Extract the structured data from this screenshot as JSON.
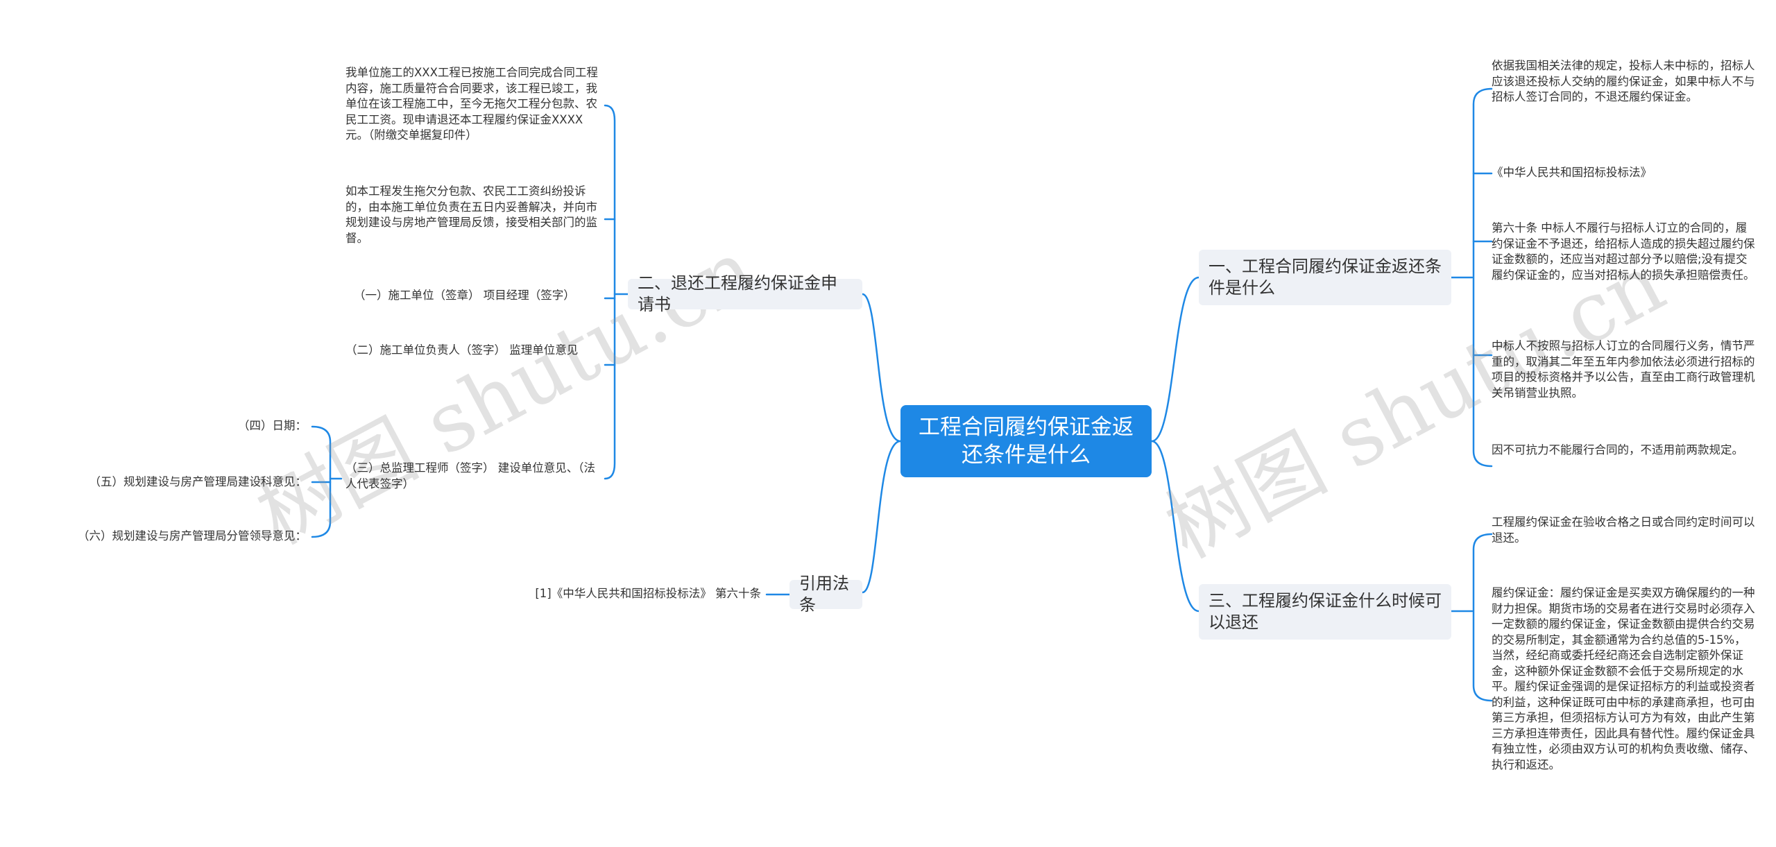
{
  "root": {
    "title": "工程合同履约保证金返还条件是什么"
  },
  "branches": {
    "b1": "一、工程合同履约保证金返还条件是什么",
    "b2": "二、退还工程履约保证金申请书",
    "b3": "三、工程履约保证金什么时候可以退还",
    "b4": "引用法条"
  },
  "leaves": {
    "r1": "依据我国相关法律的规定，投标人未中标的，招标人应该退还投标人交纳的履约保证金，如果中标人不与招标人签订合同的，不退还履约保证金。",
    "r2": "《中华人民共和国招标投标法》",
    "r3": "第六十条 中标人不履行与招标人订立的合同的，履约保证金不予退还，给招标人造成的损失超过履约保证金数额的，还应当对超过部分予以赔偿;没有提交履约保证金的，应当对招标人的损失承担赔偿责任。",
    "r4": "中标人不按照与招标人订立的合同履行义务，情节严重的，取消其二年至五年内参加依法必须进行招标的项目的投标资格并予以公告，直至由工商行政管理机关吊销营业执照。",
    "r5": "因不可抗力不能履行合同的，不适用前两款规定。",
    "r6": "工程履约保证金在验收合格之日或合同约定时间可以退还。",
    "r7": "履约保证金：履约保证金是买卖双方确保履约的一种财力担保。期货市场的交易者在进行交易时必须存入一定数额的履约保证金，保证金数额由提供合约交易的交易所制定，其金额通常为合约总值的5-15%，当然，经纪商或委托经纪商还会自选制定额外保证金，这种额外保证金数额不会低于交易所规定的水平。履约保证金强调的是保证招标方的利益或投资者的利益，这种保证既可由中标的承建商承担，也可由第三方承担，但须招标方认可方为有效，由此产生第三方承担连带责任，因此具有替代性。履约保证金具有独立性，必须由双方认可的机构负责收缴、储存、执行和返还。",
    "l1": "我单位施工的XXX工程已按施工合同完成合同工程内容，施工质量符合合同要求，该工程已竣工，我单位在该工程施工中，至今无拖欠工程分包款、农民工工资。现申请退还本工程履约保证金XXXX元。（附缴交单据复印件）",
    "l2": "如本工程发生拖欠分包款、农民工工资纠纷投诉的，由本施工单位负责在五日内妥善解决，并向市规划建设与房地产管理局反馈，接受相关部门的监督。",
    "l3": "（一）施工单位（签章） 项目经理（签字）",
    "l4": "（二）施工单位负责人（签字） 监理单位意见",
    "l5": "（三）总监理工程师（签字） 建设单位意见、（法人代表签字）",
    "l6": "（四）日期：",
    "l7": "（五）规划建设与房产管理局建设科意见：",
    "l8": "（六）规划建设与房产管理局分管领导意见：",
    "l9": "[1]《中华人民共和国招标投标法》 第六十条"
  },
  "watermark": {
    "text": "树图 shutu.cn"
  },
  "colors": {
    "accent": "#1e88e5",
    "line": "#1e88e5",
    "branch_bg": "#eef1f6"
  }
}
